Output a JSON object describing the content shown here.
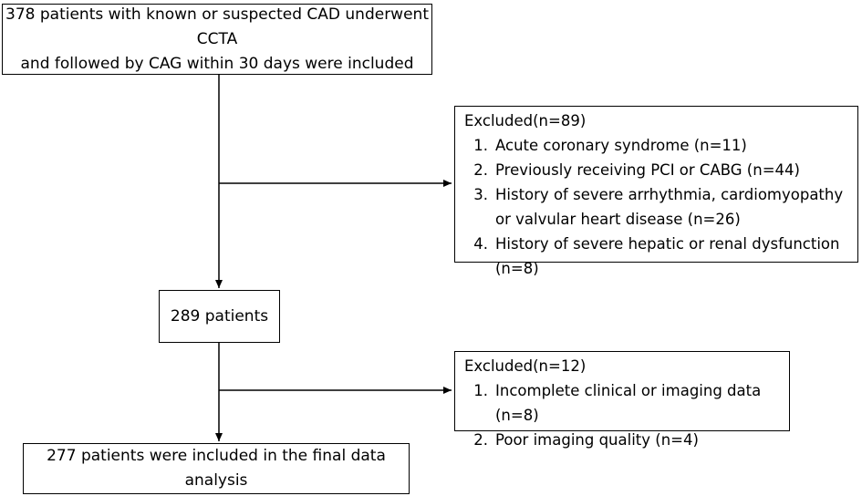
{
  "boxes": {
    "initial": {
      "line1": "378 patients with known or suspected CAD underwent CCTA",
      "line2": "and followed by CAG within 30 days were included"
    },
    "middle": {
      "text": "289 patients"
    },
    "final": {
      "text": "277 patients were included in the final data analysis"
    }
  },
  "exclusions": [
    {
      "header": "Excluded(n=89)",
      "items": [
        {
          "num": "1.",
          "text": "Acute coronary syndrome (n=11)"
        },
        {
          "num": "2.",
          "text": "Previously receiving PCI or CABG (n=44)"
        },
        {
          "num": "3.",
          "text": "History of severe arrhythmia, cardiomyopathy or valvular heart disease (n=26)"
        },
        {
          "num": "4.",
          "text": "History of severe hepatic or renal dysfunction (n=8)"
        }
      ]
    },
    {
      "header": "Excluded(n=12)",
      "items": [
        {
          "num": "1.",
          "text": "Incomplete clinical or imaging data (n=8)"
        },
        {
          "num": "2.",
          "text": "Poor imaging quality (n=4)"
        }
      ]
    }
  ]
}
